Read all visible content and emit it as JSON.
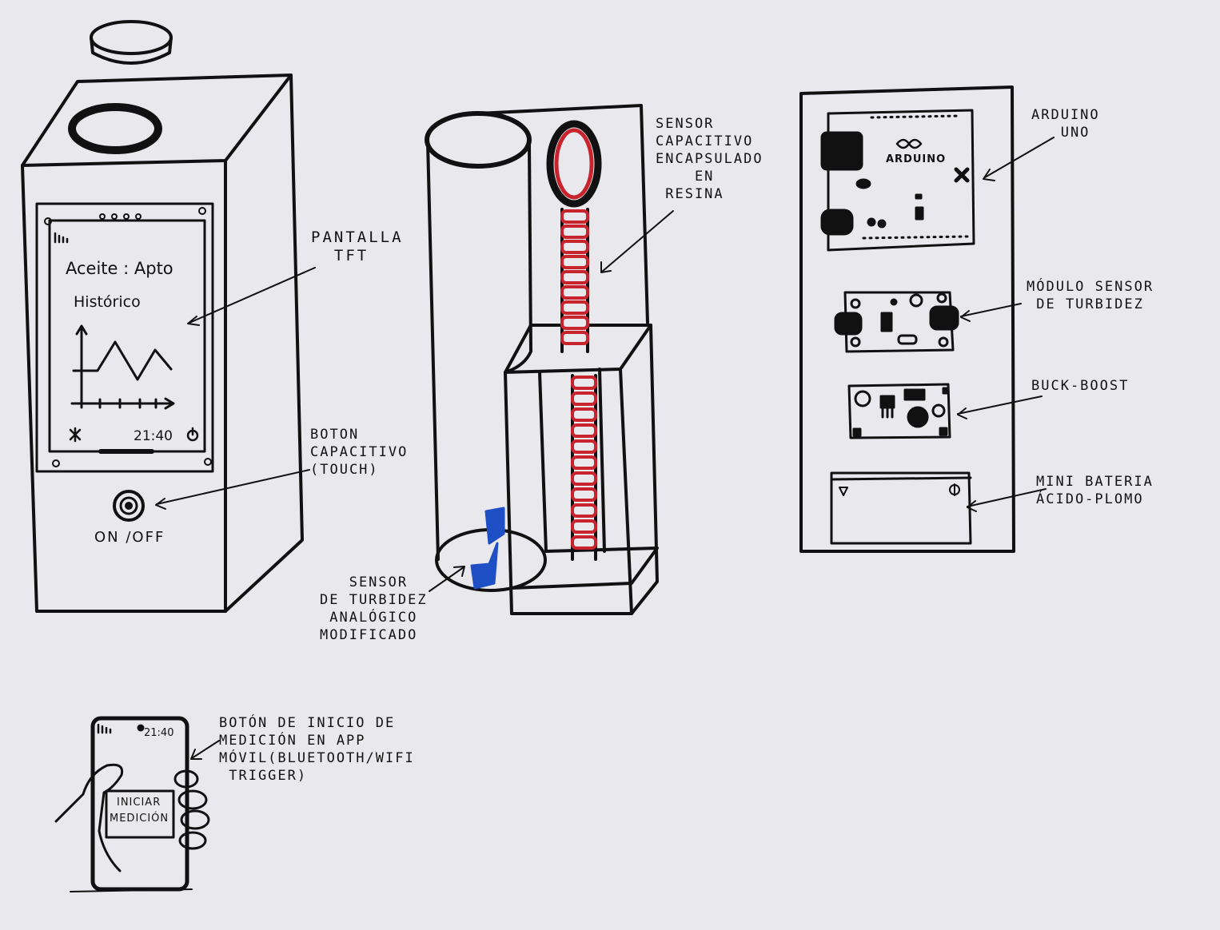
{
  "device": {
    "screen_line1": "Aceite : Apto",
    "screen_line2": "Histórico",
    "screen_time": "21:40",
    "power_label": "ON /OFF"
  },
  "labels": {
    "pantalla": "PANTALLA\n  TFT",
    "boton": "BOTON\nCAPACITIVO\n(TOUCH)",
    "sensor_capacitivo": "SENSOR\nCAPACITIVO\nENCAPSULADO\n    EN\n RESINA",
    "sensor_turbidez": "   SENSOR\nDE TURBIDEZ\n ANALÓGICO\nMODIFICADO",
    "arduino": "ARDUINO\n   UNO",
    "modulo_turbidez": "MÓDULO SENSOR\n DE TURBIDEZ",
    "buck_boost": "BUCK-BOOST",
    "bateria": "MINI BATERIA\nÁCIDO-PLOMO",
    "boton_app": "BOTÓN DE INICIO DE\nMEDICIÓN EN APP\nMÓVIL(BLUETOOTH/WIFI\n TRIGGER)"
  },
  "arduino_logo": "ARDUINO",
  "phone": {
    "time": "21:40",
    "button_line1": "INICIAR",
    "button_line2": "MEDICIÓN"
  },
  "colors": {
    "ink": "#111111",
    "red": "#c8242e",
    "blue": "#1f4fc4",
    "paper": "#e9e8ec"
  }
}
